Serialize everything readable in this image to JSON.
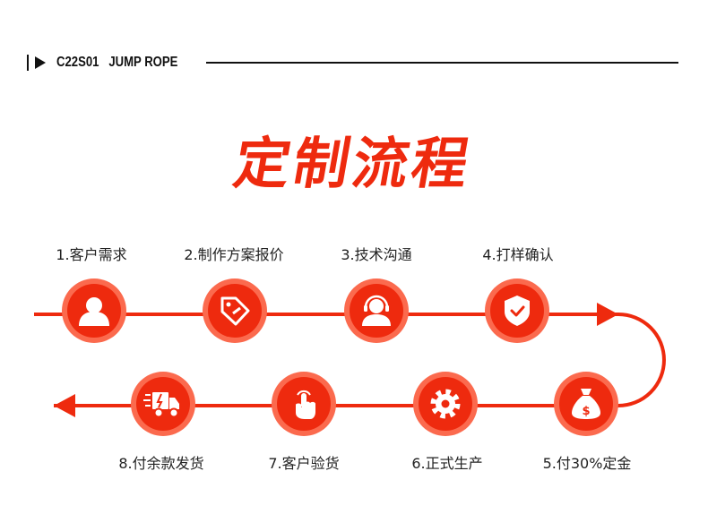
{
  "header": {
    "code": "C22S01   JUMP ROPE"
  },
  "title": "定制流程",
  "colors": {
    "accent": "#ee2a0e",
    "ring": "#fb6a4e",
    "text": "#222222"
  },
  "steps": [
    {
      "label": "1.客户需求",
      "icon": "person-icon"
    },
    {
      "label": "2.制作方案报价",
      "icon": "price-tag-icon"
    },
    {
      "label": "3.技术沟通",
      "icon": "headset-agent-icon"
    },
    {
      "label": "4.打样确认",
      "icon": "shield-check-icon"
    },
    {
      "label": "5.付30%定金",
      "icon": "money-bag-icon"
    },
    {
      "label": "6.正式生产",
      "icon": "gear-icon"
    },
    {
      "label": "7.客户验货",
      "icon": "tap-hand-icon"
    },
    {
      "label": "8.付余款发货",
      "icon": "delivery-truck-icon"
    }
  ]
}
